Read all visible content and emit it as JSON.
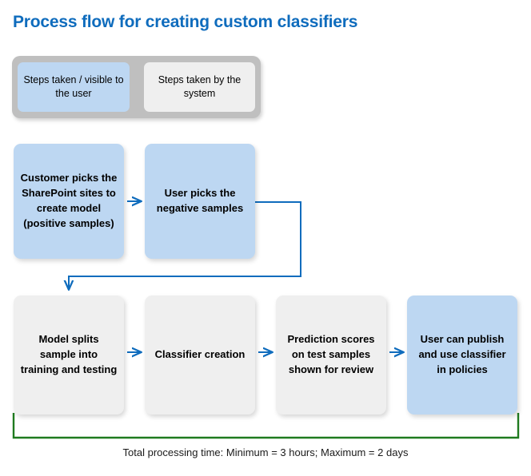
{
  "title": "Process flow for creating custom classifiers",
  "colors": {
    "title": "#0f6cbd",
    "user_step_fill": "#bdd7f2",
    "system_step_fill": "#efefef",
    "legend_frame": "#bfbfbf",
    "arrow": "#0f6cbd",
    "bracket": "#1f7a1f",
    "text": "#000000"
  },
  "legend": {
    "user_label": "Steps taken / visible to the user",
    "system_label": "Steps taken by the system"
  },
  "nodes": [
    {
      "id": "positive-samples",
      "label": "Customer picks the SharePoint sites to create model (positive samples)",
      "type": "user"
    },
    {
      "id": "negative-samples",
      "label": "User picks the negative samples",
      "type": "user"
    },
    {
      "id": "model-split",
      "label": "Model splits sample into training and testing",
      "type": "system"
    },
    {
      "id": "classifier-creation",
      "label": "Classifier creation",
      "type": "system"
    },
    {
      "id": "prediction-scores",
      "label": "Prediction scores on test samples shown for review",
      "type": "system"
    },
    {
      "id": "publish-classifier",
      "label": "User can publish and use classifier in policies",
      "type": "user"
    }
  ],
  "connectors": [
    {
      "from": "positive-samples",
      "to": "negative-samples",
      "kind": "arrow-right"
    },
    {
      "from": "negative-samples",
      "to": "model-split",
      "kind": "elbow-down"
    },
    {
      "from": "model-split",
      "to": "classifier-creation",
      "kind": "arrow-right"
    },
    {
      "from": "classifier-creation",
      "to": "prediction-scores",
      "kind": "arrow-right"
    },
    {
      "from": "prediction-scores",
      "to": "publish-classifier",
      "kind": "arrow-right"
    }
  ],
  "bracket": {
    "spans_from": "model-split",
    "spans_to": "publish-classifier"
  },
  "caption": "Total processing time: Minimum = 3 hours; Maximum = 2 days"
}
